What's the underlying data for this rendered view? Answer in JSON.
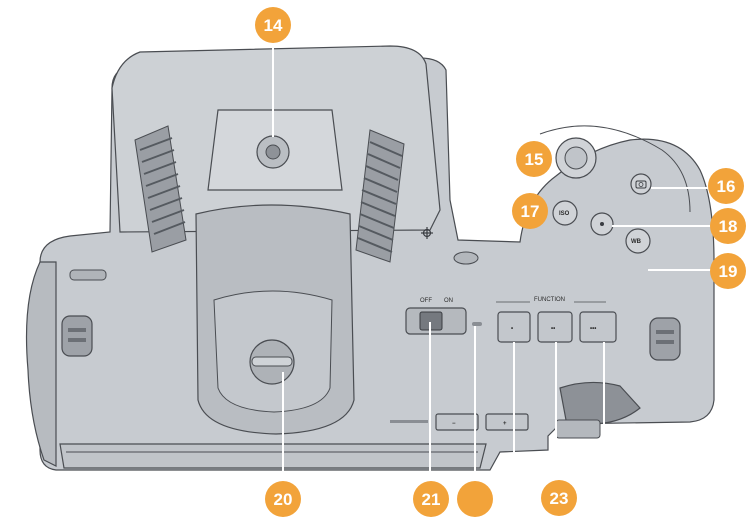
{
  "callouts": [
    {
      "id": "14",
      "label": "14"
    },
    {
      "id": "15",
      "label": "15"
    },
    {
      "id": "16",
      "label": "16"
    },
    {
      "id": "17",
      "label": "17"
    },
    {
      "id": "18",
      "label": "18"
    },
    {
      "id": "19",
      "label": "19"
    },
    {
      "id": "20",
      "label": "20"
    },
    {
      "id": "21",
      "label": "21"
    },
    {
      "id": "22",
      "label": ""
    },
    {
      "id": "23",
      "label": "23"
    }
  ],
  "camera_labels": {
    "off": "OFF",
    "on": "ON",
    "function": "FUNCTION",
    "iso": "ISO",
    "wb": "WB",
    "fn1": "•",
    "fn2": "••",
    "fn3": "•••",
    "minus": "−",
    "plus": "+"
  },
  "colors": {
    "callout_orange": "#f2a33a",
    "camera_body": "#c7cbd0",
    "camera_dark": "#a6abb1",
    "outline": "#4a4d52"
  }
}
